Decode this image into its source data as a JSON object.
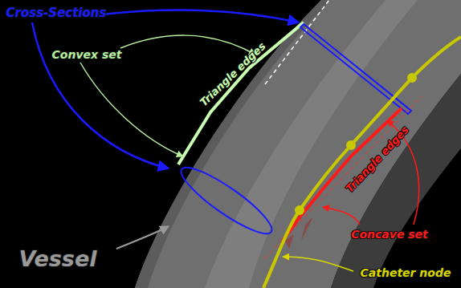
{
  "diagram": {
    "labels": [
      "Cross-Sections",
      "Convex set",
      "Triangle edges",
      "Vessel",
      "Triangle edges",
      "Concave set",
      "Catheter node"
    ]
  }
}
